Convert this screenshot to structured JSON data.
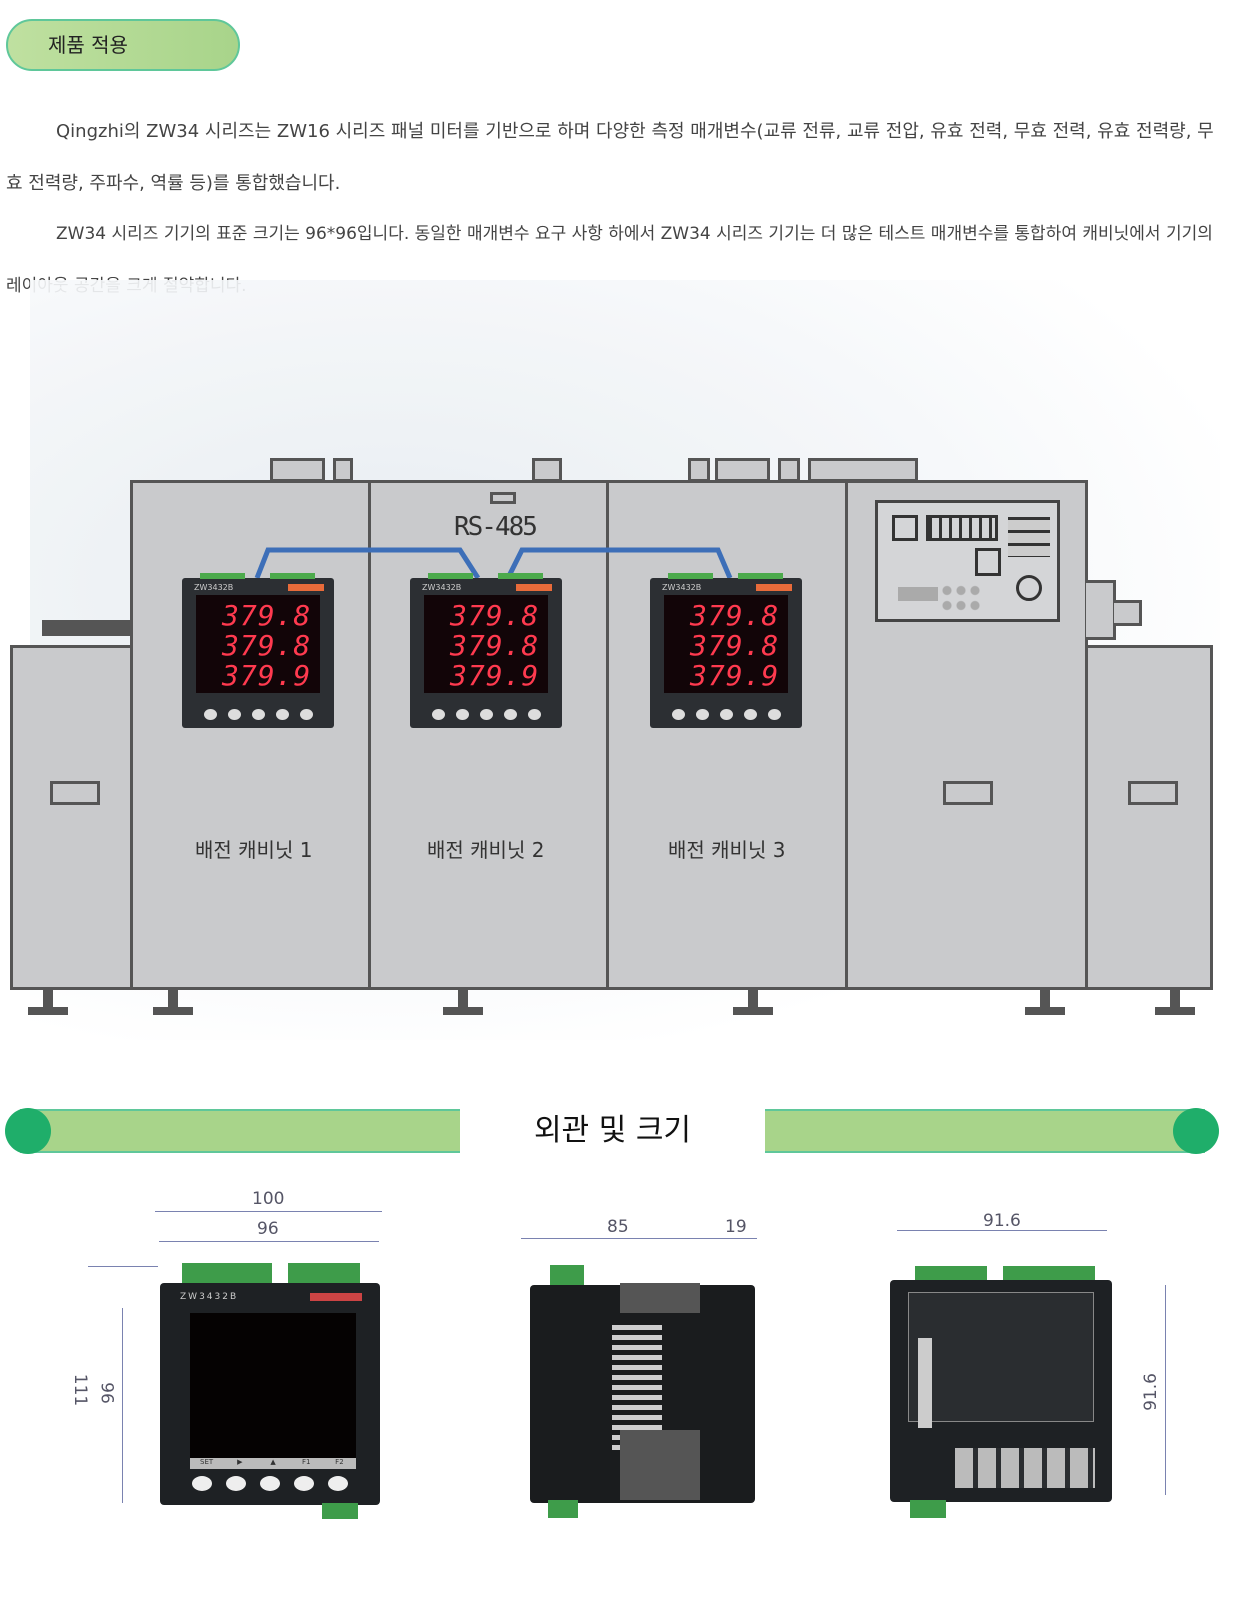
{
  "header": {
    "title": "제품 적용"
  },
  "intro": {
    "p1": "Qingzhi의 ZW34 시리즈는 ZW16 시리즈 패널 미터를 기반으로 하며 다양한 측정 매개변수(교류 전류, 교류 전압, 유효 전력, 무효 전력, 유효 전력량, 무효 전력량, 주파수, 역률 등)를 통합했습니다.",
    "p2": "ZW34 시리즈 기기의 표준 크기는 96*96입니다. 동일한 매개변수 요구 사항 하에서 ZW34 시리즈 기기는 더 많은 테스트 매개변수를 통합하여 캐비닛에서 기기의 레이아웃 공간을 크게 절약합니다."
  },
  "diagram": {
    "bus_label": "RS-485",
    "meters": [
      {
        "model": "ZW3432B",
        "values": [
          "379.8",
          "379.8",
          "379.9"
        ]
      },
      {
        "model": "ZW3432B",
        "values": [
          "379.8",
          "379.8",
          "379.9"
        ]
      },
      {
        "model": "ZW3432B",
        "values": [
          "379.8",
          "379.8",
          "379.9"
        ]
      }
    ],
    "cabinets": [
      "배전 캐비닛 1",
      "배전 캐비닛 2",
      "배전 캐비닛 3"
    ]
  },
  "section": {
    "title": "외관 및 크기"
  },
  "dimensions": {
    "front": {
      "model": "ZW3432B",
      "width_outer": "100",
      "width": "96",
      "height_outer": "111",
      "height": "96",
      "keys": [
        "SET",
        "▶",
        "▲",
        "F1",
        "F2"
      ]
    },
    "side": {
      "depth": "85",
      "terminal": "19"
    },
    "back": {
      "width": "91.6",
      "height": "91.6"
    }
  },
  "colors": {
    "accent": "#1fae6a",
    "banner": "#a8d48a",
    "bus": "#3d6fb8",
    "display": "#ff3a4f"
  }
}
